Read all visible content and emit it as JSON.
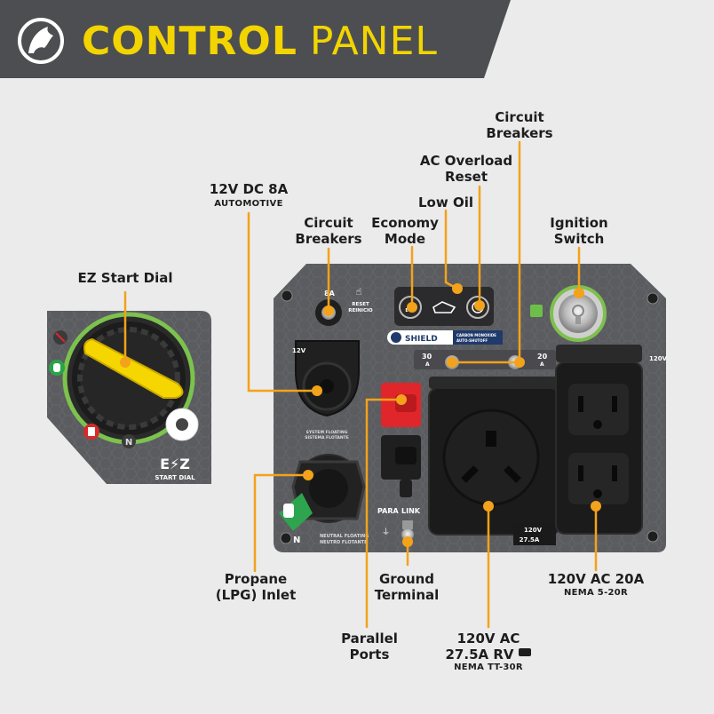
{
  "banner": {
    "title_bold": "CONTROL",
    "title_light": "PANEL",
    "logo_icon": "champion-horse-head-icon"
  },
  "colors": {
    "banner_bg": "#4d4e51",
    "accent_yellow": "#f2d500",
    "callout_orange": "#f3a21b",
    "panel_gray": "#5b5c60",
    "outlet_black": "#1f1f1f",
    "indicator_green": "#6cc04a",
    "breaker_red": "#e0262b"
  },
  "callouts": {
    "ez_start": "EZ Start Dial",
    "dc_title": "12V DC 8A",
    "dc_sub": "AUTOMOTIVE",
    "breakers_left": [
      "Circuit",
      "Breakers"
    ],
    "economy": [
      "Economy",
      "Mode"
    ],
    "low_oil": "Low Oil",
    "ac_overload": [
      "AC Overload",
      "Reset"
    ],
    "breakers_top": [
      "Circuit",
      "Breakers"
    ],
    "ignition": [
      "Ignition",
      "Switch"
    ],
    "propane": [
      "Propane",
      "(LPG) Inlet"
    ],
    "ground": [
      "Ground",
      "Terminal"
    ],
    "parallel": [
      "Parallel",
      "Ports"
    ],
    "rv_title": [
      "120V AC",
      "27.5A RV"
    ],
    "rv_sub": "NEMA TT-30R",
    "ac20_title": "120V AC 20A",
    "ac20_sub": "NEMA 5-20R"
  },
  "dial_panel": {
    "badge": "E⚡Z",
    "badge_sub": "START DIAL",
    "off_icon": "no-fuel-icon",
    "gas_icon": "gasoline-icon",
    "propane_icon": "propane-icon",
    "neutral_letter": "N"
  },
  "panel_labels": {
    "dc_breaker": "8A",
    "reset_line1": "RESET",
    "reset_line2": "REINICIO",
    "dc_socket": "12V",
    "dc_note_line1": "SYSTEM FLOATING",
    "dc_note_line2": "SISTEMA FLOTANTE",
    "breaker_left": "30",
    "breaker_left_unit": "A",
    "breaker_right": "20",
    "breaker_right_unit": "A",
    "duplex_rating": "120V",
    "shield": "SHIELD",
    "shield_desc_line1": "CARBON MONOXIDE",
    "shield_desc_line2": "AUTO-SHUTOFF",
    "parallel_brand_a": "PARA",
    "parallel_brand_b": "LINK",
    "neutral_line1": "NEUTRAL FLOATING",
    "neutral_line2": "NEUTRO FLOTANTE",
    "rv_rating_line1": "120V",
    "rv_rating_line2": "27.5A",
    "eco_label": "ECO"
  }
}
